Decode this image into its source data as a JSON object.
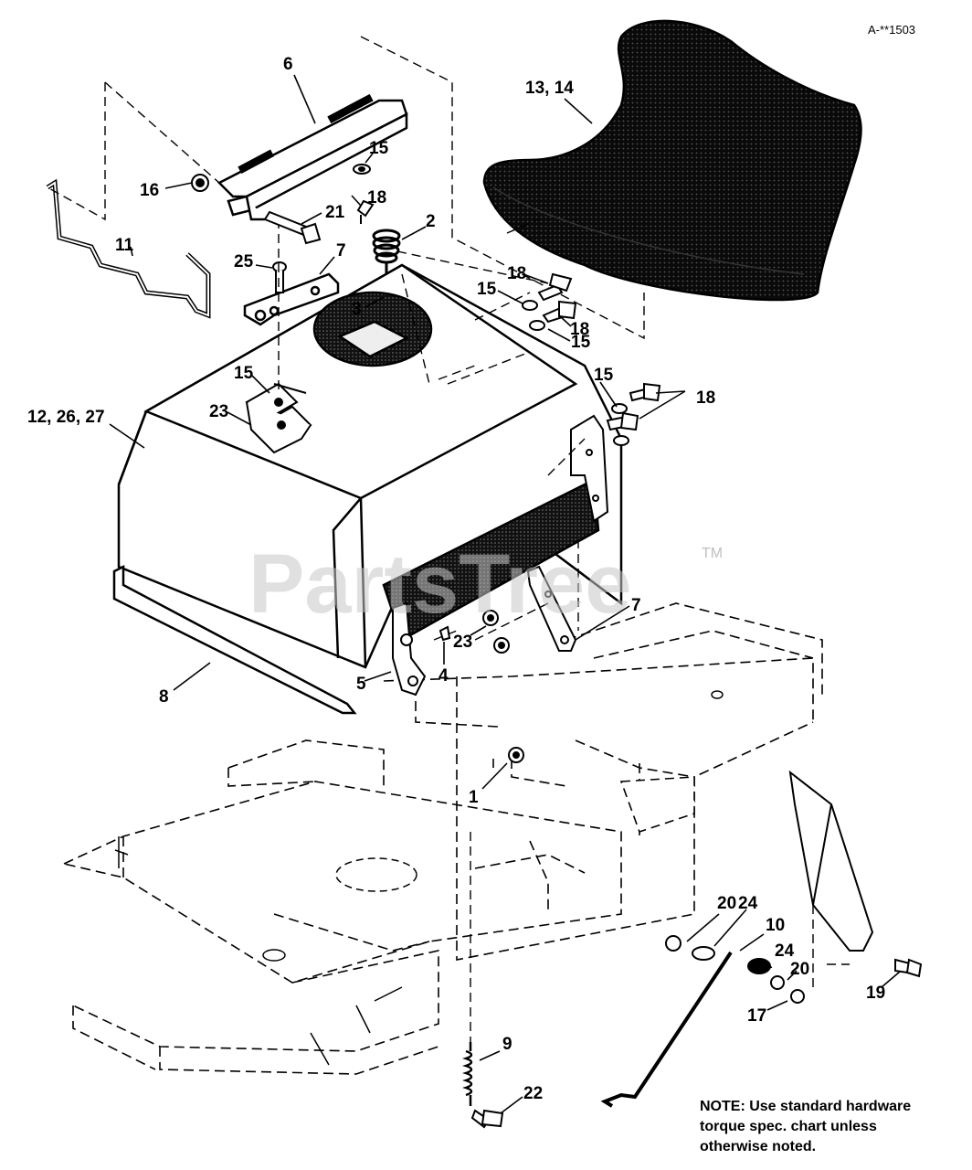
{
  "diagram": {
    "ref_code": "A-**1503",
    "watermark": "PartsTree",
    "watermark_tm": "TM",
    "callouts": [
      {
        "id": "c6",
        "text": "6"
      },
      {
        "id": "c15a",
        "text": "15"
      },
      {
        "id": "c16",
        "text": "16"
      },
      {
        "id": "c18a",
        "text": "18"
      },
      {
        "id": "c21",
        "text": "21"
      },
      {
        "id": "c11",
        "text": "11"
      },
      {
        "id": "c2",
        "text": "2"
      },
      {
        "id": "c25",
        "text": "25"
      },
      {
        "id": "c7a",
        "text": "7"
      },
      {
        "id": "c3",
        "text": "3"
      },
      {
        "id": "c1314",
        "text": "13, 14"
      },
      {
        "id": "c18b",
        "text": "18"
      },
      {
        "id": "c15b",
        "text": "15"
      },
      {
        "id": "c18c",
        "text": "18"
      },
      {
        "id": "c15c",
        "text": "15"
      },
      {
        "id": "c15d",
        "text": "15"
      },
      {
        "id": "c18d",
        "text": "18"
      },
      {
        "id": "c15e",
        "text": "15"
      },
      {
        "id": "c23a",
        "text": "23"
      },
      {
        "id": "c122627",
        "text": "12, 26, 27"
      },
      {
        "id": "c7b",
        "text": "7"
      },
      {
        "id": "c23b",
        "text": "23"
      },
      {
        "id": "c5",
        "text": "5"
      },
      {
        "id": "c4",
        "text": "4"
      },
      {
        "id": "c8",
        "text": "8"
      },
      {
        "id": "c1",
        "text": "1"
      },
      {
        "id": "c20a",
        "text": "20"
      },
      {
        "id": "c24a",
        "text": "24"
      },
      {
        "id": "c10",
        "text": "10"
      },
      {
        "id": "c24b",
        "text": "24"
      },
      {
        "id": "c20b",
        "text": "20"
      },
      {
        "id": "c17",
        "text": "17"
      },
      {
        "id": "c19",
        "text": "19"
      },
      {
        "id": "c9",
        "text": "9"
      },
      {
        "id": "c22",
        "text": "22"
      }
    ],
    "note_lines": [
      "NOTE: Use standard hardware",
      "torque spec. chart unless",
      "otherwise noted."
    ]
  }
}
